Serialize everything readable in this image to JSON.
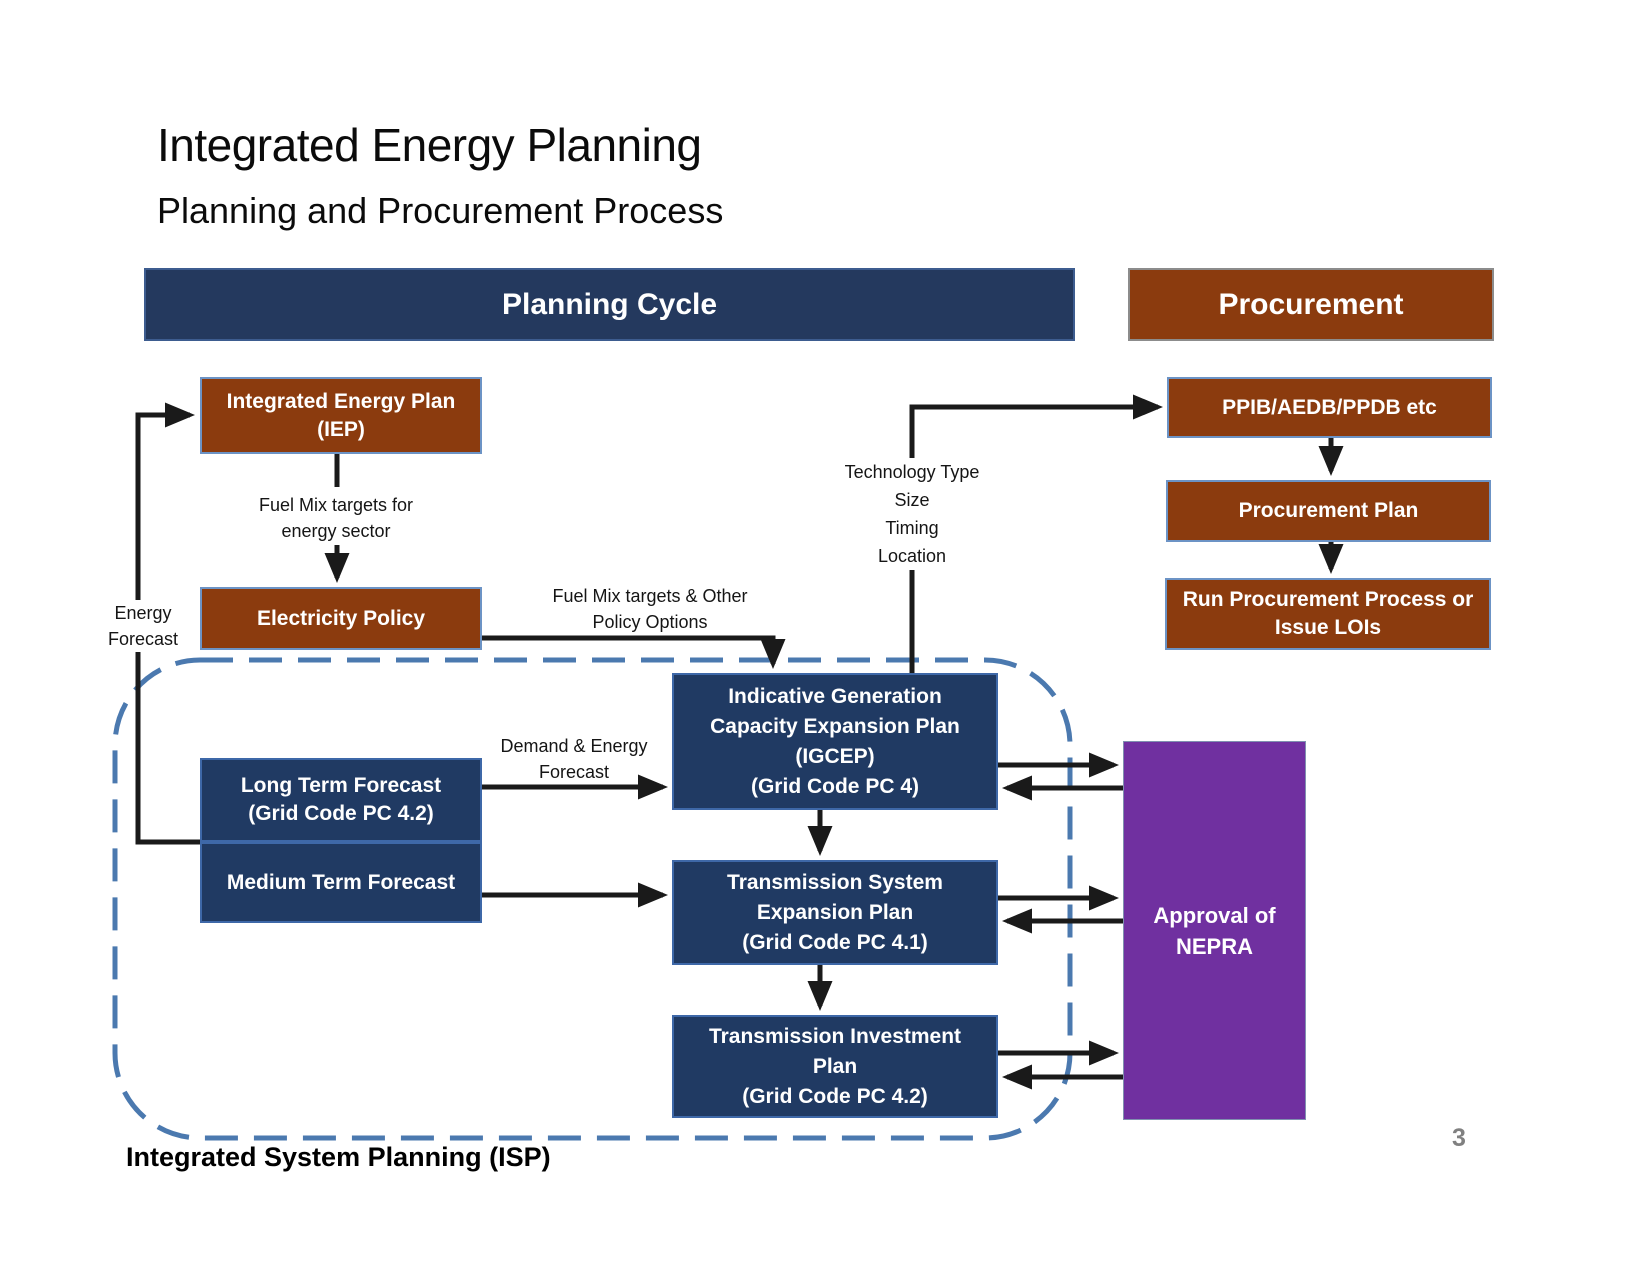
{
  "slide": {
    "title": "Integrated Energy Planning",
    "subtitle": "Planning and Procurement Process",
    "page_number": "3"
  },
  "headers": {
    "planning": "Planning Cycle",
    "procurement": "Procurement"
  },
  "planning_cycle": {
    "iep": {
      "lines": [
        "Integrated Energy Plan",
        "(IEP)"
      ]
    },
    "electricity_policy": "Electricity Policy",
    "long_term_forecast": {
      "lines": [
        "Long Term Forecast",
        "(Grid Code PC 4.2)"
      ]
    },
    "medium_term_forecast": "Medium Term Forecast",
    "igcep": {
      "lines": [
        "Indicative Generation",
        "Capacity Expansion Plan",
        "(IGCEP)",
        "(Grid Code PC 4)"
      ]
    },
    "tsep": {
      "lines": [
        "Transmission System",
        "Expansion Plan",
        "(Grid Code PC 4.1)"
      ]
    },
    "tip": {
      "lines": [
        "Transmission Investment",
        "Plan",
        "(Grid Code PC 4.2)"
      ]
    }
  },
  "procurement": {
    "ppib": "PPIB/AEDB/PPDB etc",
    "plan": "Procurement Plan",
    "run": {
      "lines": [
        "Run Procurement Process or",
        "Issue LOIs"
      ]
    }
  },
  "nepra": {
    "lines": [
      "Approval of",
      "NEPRA"
    ]
  },
  "labels": {
    "fuel_mix_iep": {
      "lines": [
        "Fuel Mix targets for",
        "energy sector"
      ]
    },
    "energy_forecast": {
      "lines": [
        "Energy",
        "Forecast"
      ]
    },
    "fuel_mix_policy": {
      "lines": [
        "Fuel Mix targets & Other",
        "Policy Options"
      ]
    },
    "technology": {
      "lines": [
        "Technology Type",
        "Size",
        "Timing",
        "Location"
      ]
    },
    "demand_energy": {
      "lines": [
        "Demand & Energy",
        "Forecast"
      ]
    },
    "isp": "Integrated System Planning (ISP)"
  },
  "colors": {
    "navy_box": "#203A63",
    "navy_header": "#24395E",
    "brown": "#8B3B0E",
    "purple": "#7030A0",
    "dashed_border": "#4B79AF",
    "arrow": "#1A1A1A",
    "box_border_blue": "#6C93C5",
    "page_number_gray": "#808080"
  }
}
